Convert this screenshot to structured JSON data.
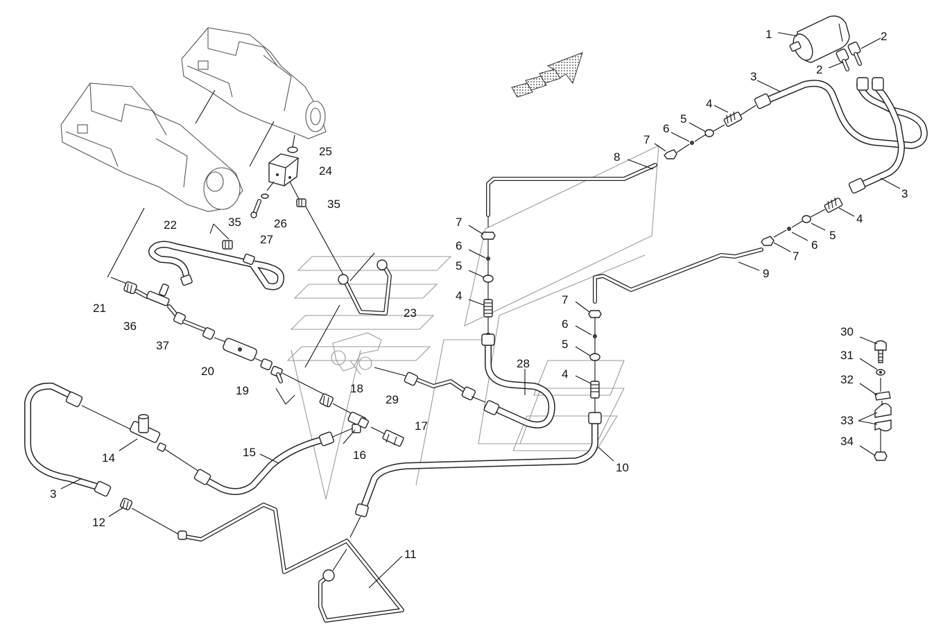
{
  "diagram": {
    "callouts": [
      "1",
      "2",
      "2",
      "3",
      "3",
      "3",
      "4",
      "4",
      "4",
      "4",
      "5",
      "5",
      "5",
      "5",
      "6",
      "6",
      "6",
      "6",
      "7",
      "7",
      "7",
      "7",
      "8",
      "9",
      "10",
      "11",
      "12",
      "14",
      "15",
      "16",
      "17",
      "18",
      "19",
      "20",
      "21",
      "22",
      "23",
      "24",
      "25",
      "26",
      "27",
      "28",
      "29",
      "30",
      "31",
      "32",
      "33",
      "34",
      "35",
      "35",
      "36",
      "37"
    ]
  }
}
